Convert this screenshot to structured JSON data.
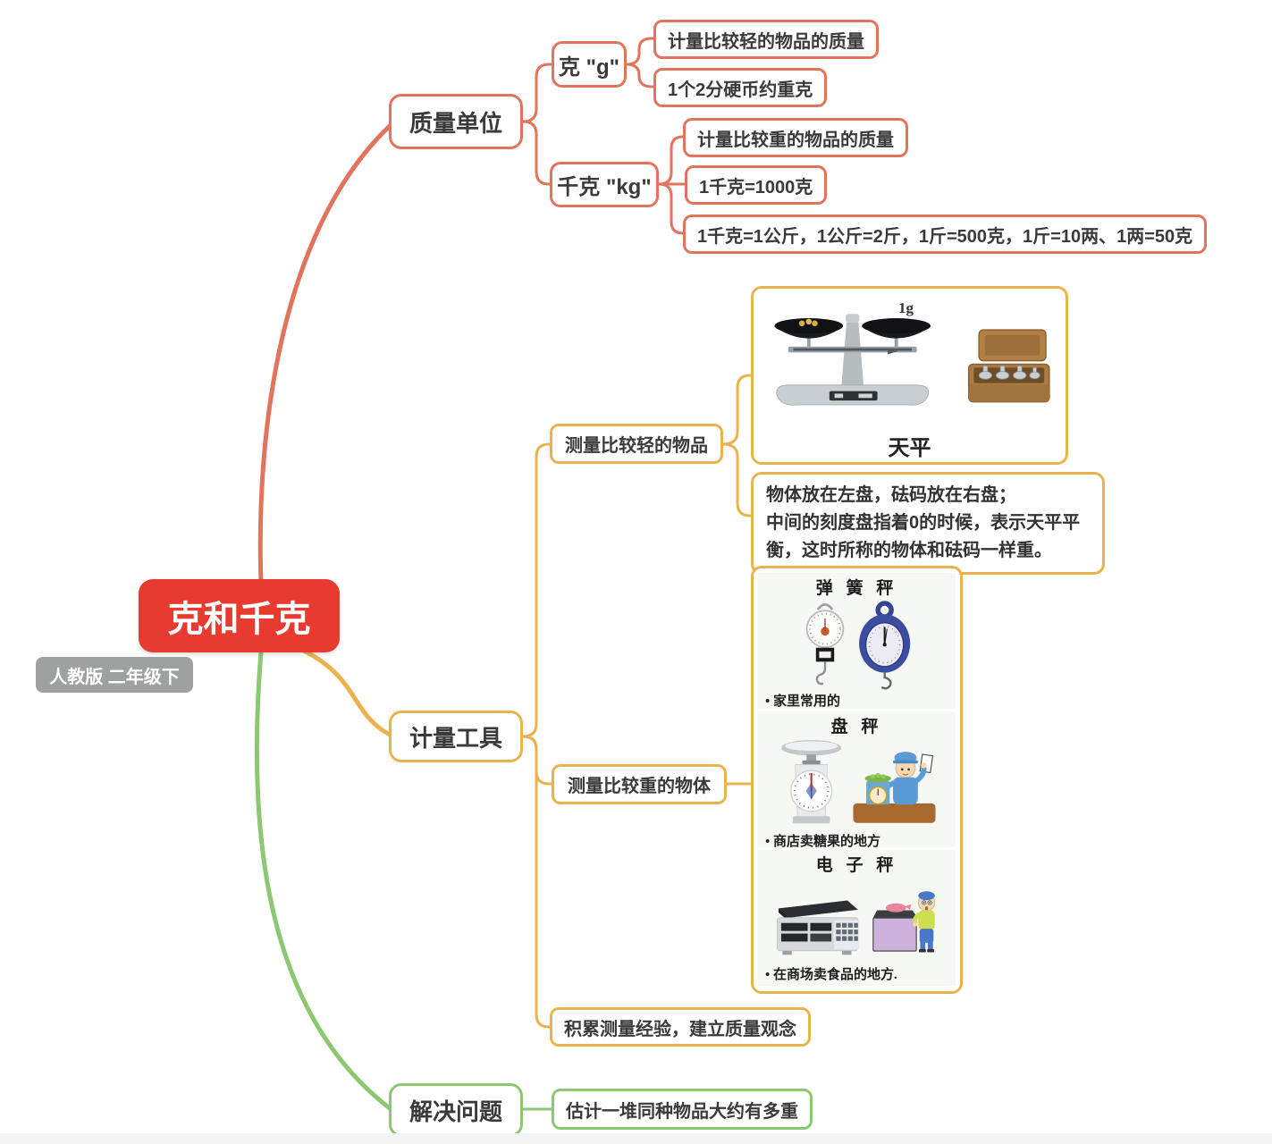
{
  "central": {
    "title": "克和千克",
    "subtitle": "人教版 二年级下"
  },
  "mass_units": {
    "label": "质量单位",
    "gram": {
      "label": "克  \"g\"",
      "notes": [
        "计量比较轻的物品的质量",
        "1个2分硬币约重克"
      ]
    },
    "kilogram": {
      "label": "千克  \"kg\"",
      "notes": [
        "计量比较重的物品的质量",
        "1千克=1000克",
        "1千克=1公斤，1公斤=2斤，1斤=500克，1斤=10两、1两=50克"
      ]
    }
  },
  "tools": {
    "label": "计量工具",
    "light": {
      "label": "测量比较轻的物品",
      "balance_caption": "天平",
      "weight_label": "1g",
      "note_lines": [
        "物体放在左盘，砝码放在右盘；",
        "中间的刻度盘指着0的时候，表示天平平",
        "衡，这时所称的物体和砝码一样重。"
      ]
    },
    "heavy": {
      "label": "测量比较重的物体",
      "sections": [
        {
          "title": "弹 簧 秤",
          "caption": "• 家里常用的"
        },
        {
          "title": "盘  秤",
          "caption": "• 商店卖糖果的地方"
        },
        {
          "title": "电 子 秤",
          "caption": "• 在商场卖食品的地方."
        }
      ]
    },
    "experience": "积累测量经验，建立质量观念"
  },
  "solve": {
    "label": "解决问题",
    "note": "估计一堆同种物品大约有多重"
  },
  "colors": {
    "branch_mass": "#E2735C",
    "branch_tools": "#EBB34E",
    "branch_solve": "#8CC872",
    "central_bg": "#E73B30",
    "subtitle_bg": "#9FA0A0"
  }
}
